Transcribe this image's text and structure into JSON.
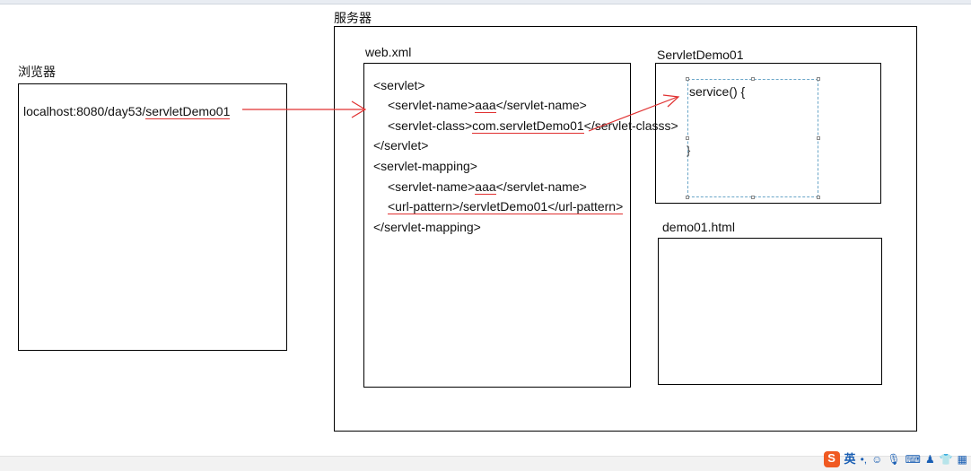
{
  "browser": {
    "title": "浏览器",
    "url_prefix": "localhost:8080/day53/",
    "url_path": "servletDemo01"
  },
  "server": {
    "title": "服务器"
  },
  "webxml": {
    "title": "web.xml",
    "lines": {
      "servlet_open": "<servlet>",
      "name1_open": "<servlet-name>",
      "name1_value": "aaa",
      "name1_close": "</servlet-name>",
      "class_open": "<servlet-class>",
      "class_value": "com.servletDemo01",
      "class_close": "</servlet-classs>",
      "servlet_close": "</servlet>",
      "mapping_open": "<servlet-mapping>",
      "name2_open": "<servlet-name>",
      "name2_value": "aaa",
      "name2_close": "</servlet-name>",
      "pattern_open": "<url-pattern>",
      "pattern_value": "/servletDemo01",
      "pattern_close": "</url-pattern>",
      "mapping_close": "</servlet-mapping>"
    }
  },
  "servlet_demo": {
    "title": "ServletDemo01",
    "code": "service() {",
    "brace": "}"
  },
  "demo_html": {
    "title": "demo01.html"
  },
  "colors": {
    "annotation": "#e03030",
    "selection": "#6aa6c8"
  },
  "taskbar": {
    "ime_logo": "S",
    "ime_lang": "英",
    "icons": [
      "punctuation-icon",
      "emoji-icon",
      "microphone-icon",
      "keyboard-icon",
      "user-icon",
      "shirt-icon",
      "grid-icon"
    ]
  }
}
